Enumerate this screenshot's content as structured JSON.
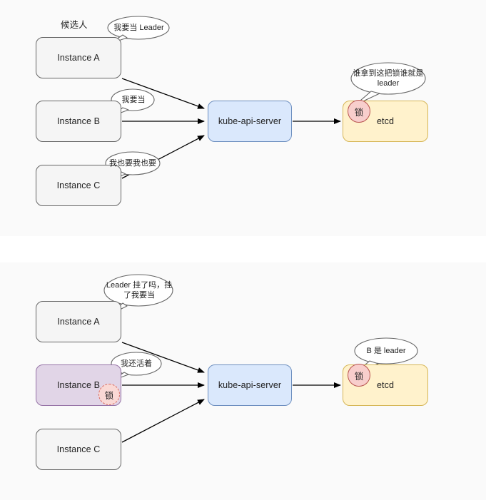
{
  "diagram": {
    "title_visible": false,
    "colors": {
      "panel_background": "#fafafa",
      "page_background": "#ffffff",
      "instance_fill": "#f5f5f5",
      "instance_stroke": "#666666",
      "leader_fill": "#e1d5e7",
      "leader_stroke": "#9673a6",
      "apiserver_fill": "#dae8fc",
      "apiserver_stroke": "#6c8ebf",
      "etcd_fill": "#fff2cc",
      "etcd_stroke": "#d6b656",
      "lock_fill": "#f8cecc",
      "lock_stroke": "#b85450",
      "lock_dashed_fill": "#fad9d5",
      "lock_dashed_stroke": "#d96a60",
      "edge_stroke": "#000000",
      "bubble_stroke": "#666666",
      "bubble_fill": "#ffffff"
    }
  },
  "panel_top": {
    "label_candidates": "候选人",
    "nodes": {
      "instance_a": "Instance A",
      "instance_b": "Instance B",
      "instance_c": "Instance C",
      "apiserver": "kube-api-server",
      "etcd": "etcd",
      "lock": "锁"
    },
    "bubbles": {
      "instance_a": "我要当 Leader",
      "instance_b": "我要当",
      "instance_c": "我也要我也要",
      "etcd": "谁拿到这把锁谁就是\nleader"
    }
  },
  "panel_bottom": {
    "nodes": {
      "instance_a": "Instance A",
      "instance_b": "Instance B",
      "instance_c": "Instance C",
      "apiserver": "kube-api-server",
      "etcd": "etcd",
      "lock_etcd": "锁",
      "lock_instance_b": "锁"
    },
    "bubbles": {
      "instance_a": "Leader 挂了吗，挂\n了我要当",
      "instance_b": "我还活着",
      "etcd": "B 是 leader"
    }
  }
}
